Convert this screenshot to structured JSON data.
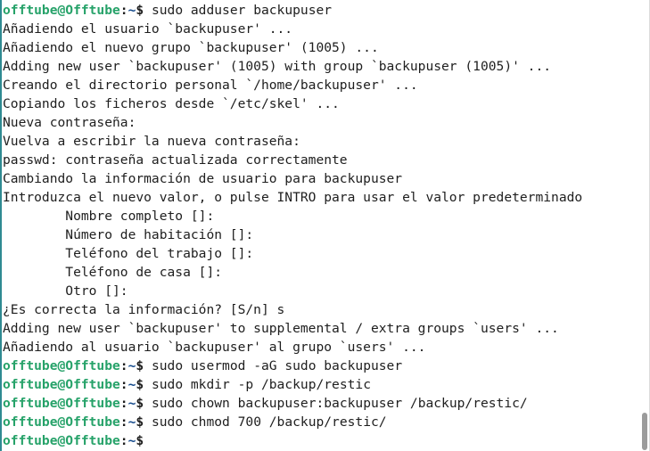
{
  "terminal": {
    "prompt": {
      "user_host": "offtube@Offtube",
      "separator": ":",
      "path": "~",
      "symbol": "$ "
    },
    "colors": {
      "prompt_user": "#26a269",
      "prompt_path": "#12488b",
      "text": "#1e1e1e",
      "background": "#ffffff"
    },
    "lines": [
      {
        "type": "command",
        "text": "sudo adduser backupuser"
      },
      {
        "type": "output",
        "text": "Añadiendo el usuario `backupuser' ..."
      },
      {
        "type": "output",
        "text": "Añadiendo el nuevo grupo `backupuser' (1005) ..."
      },
      {
        "type": "output",
        "text": "Adding new user `backupuser' (1005) with group `backupuser (1005)' ..."
      },
      {
        "type": "output",
        "text": "Creando el directorio personal `/home/backupuser' ..."
      },
      {
        "type": "output",
        "text": "Copiando los ficheros desde `/etc/skel' ..."
      },
      {
        "type": "output",
        "text": "Nueva contraseña:"
      },
      {
        "type": "output",
        "text": "Vuelva a escribir la nueva contraseña:"
      },
      {
        "type": "output",
        "text": "passwd: contraseña actualizada correctamente"
      },
      {
        "type": "output",
        "text": "Cambiando la información de usuario para backupuser"
      },
      {
        "type": "output",
        "text": "Introduzca el nuevo valor, o pulse INTRO para usar el valor predeterminado"
      },
      {
        "type": "output",
        "text": "        Nombre completo []:"
      },
      {
        "type": "output",
        "text": "        Número de habitación []:"
      },
      {
        "type": "output",
        "text": "        Teléfono del trabajo []:"
      },
      {
        "type": "output",
        "text": "        Teléfono de casa []:"
      },
      {
        "type": "output",
        "text": "        Otro []:"
      },
      {
        "type": "output",
        "text": "¿Es correcta la información? [S/n] s"
      },
      {
        "type": "output",
        "text": "Adding new user `backupuser' to supplemental / extra groups `users' ..."
      },
      {
        "type": "output",
        "text": "Añadiendo al usuario `backupuser' al grupo `users' ..."
      },
      {
        "type": "command",
        "text": "sudo usermod -aG sudo backupuser"
      },
      {
        "type": "command",
        "text": "sudo mkdir -p /backup/restic"
      },
      {
        "type": "command",
        "text": "sudo chown backupuser:backupuser /backup/restic/"
      },
      {
        "type": "command",
        "text": "sudo chmod 700 /backup/restic/"
      },
      {
        "type": "command",
        "text": ""
      }
    ]
  }
}
